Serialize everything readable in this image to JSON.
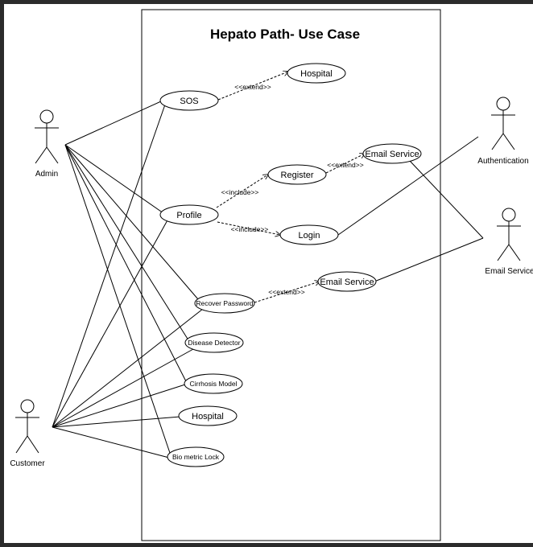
{
  "title": "Hepato Path- Use Case",
  "actors": {
    "admin": "Admin",
    "customer": "Customer",
    "authentication": "Authentication",
    "email_service": "Email Service"
  },
  "use_cases": {
    "sos": "SOS",
    "hospital_top": "Hospital",
    "register": "Register",
    "email_service_top": "Email Service",
    "profile": "Profile",
    "login": "Login",
    "recover_password": "Recover Password",
    "email_service_mid": "Email Service",
    "disease_detector": "Disease Detector",
    "cirrhosis_model": "Cirrhosis Model",
    "hospital_bottom": "Hospital",
    "biometric_lock": "Bio metric Lock"
  },
  "relations": {
    "sos_hospital": "<<extend>>",
    "profile_register": "<<include>>",
    "register_email": "<<extend>>",
    "profile_login": "<<include>>",
    "recover_email": "<<extend>>"
  }
}
